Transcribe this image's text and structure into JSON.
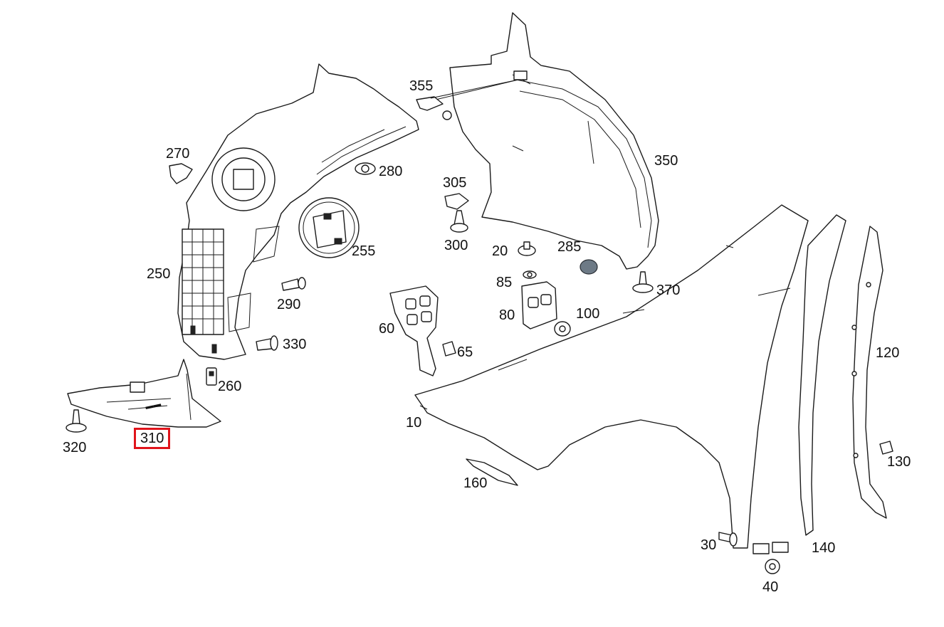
{
  "highlight_color": "#e0141b",
  "highlighted_part": "310",
  "parts": [
    {
      "id": "p10",
      "label": "10"
    },
    {
      "id": "p20",
      "label": "20"
    },
    {
      "id": "p30",
      "label": "30"
    },
    {
      "id": "p40",
      "label": "40"
    },
    {
      "id": "p60",
      "label": "60"
    },
    {
      "id": "p65",
      "label": "65"
    },
    {
      "id": "p80",
      "label": "80"
    },
    {
      "id": "p85",
      "label": "85"
    },
    {
      "id": "p100",
      "label": "100"
    },
    {
      "id": "p120",
      "label": "120"
    },
    {
      "id": "p130",
      "label": "130"
    },
    {
      "id": "p140",
      "label": "140"
    },
    {
      "id": "p160",
      "label": "160"
    },
    {
      "id": "p250",
      "label": "250"
    },
    {
      "id": "p255",
      "label": "255"
    },
    {
      "id": "p260",
      "label": "260"
    },
    {
      "id": "p270",
      "label": "270"
    },
    {
      "id": "p280",
      "label": "280"
    },
    {
      "id": "p285",
      "label": "285"
    },
    {
      "id": "p290",
      "label": "290"
    },
    {
      "id": "p300",
      "label": "300"
    },
    {
      "id": "p305",
      "label": "305"
    },
    {
      "id": "p310",
      "label": "310"
    },
    {
      "id": "p320",
      "label": "320"
    },
    {
      "id": "p330",
      "label": "330"
    },
    {
      "id": "p350",
      "label": "350"
    },
    {
      "id": "p355",
      "label": "355"
    },
    {
      "id": "p370",
      "label": "370"
    }
  ]
}
